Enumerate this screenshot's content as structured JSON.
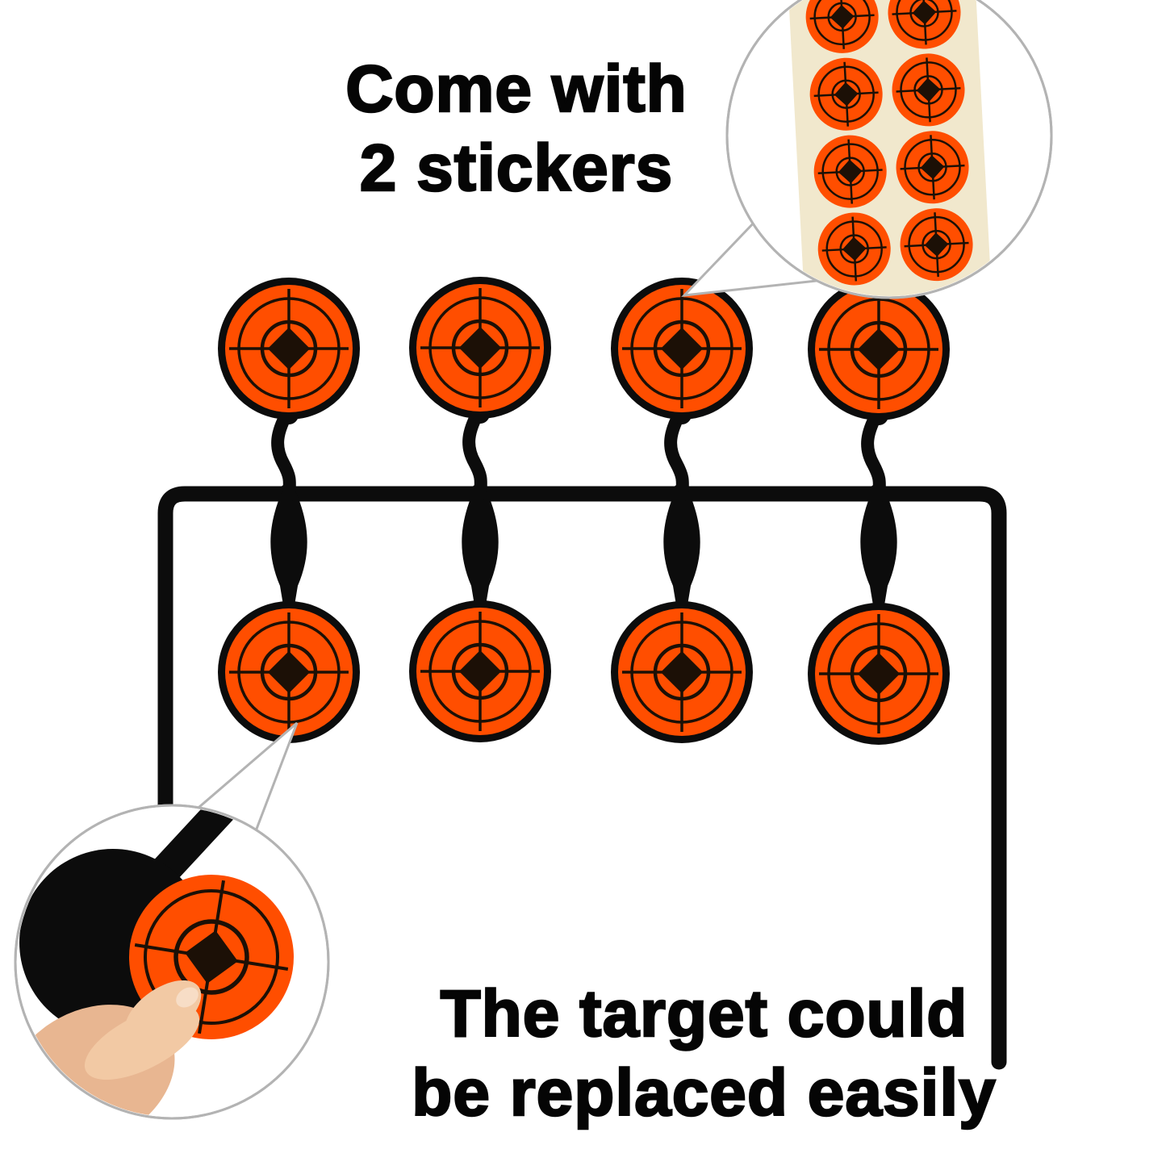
{
  "page": {
    "background": "#ffffff"
  },
  "colors": {
    "page_bg": "#ffffff",
    "frame_black": "#0c0c0c",
    "target_orange": "#ff4e00",
    "marking_black": "#1c1006",
    "sheet_cream": "#f1e8cd",
    "callout_border": "#b3b3b3",
    "text_black": "#050505",
    "hand_skin": "#e8b691",
    "hand_skin_light": "#f2c9a4",
    "hand_nail": "#f7ddc6"
  },
  "annotations": {
    "top_callout": {
      "line1": "Come with",
      "line2": "2 stickers"
    },
    "bottom_callout": {
      "line1": "The target could",
      "line2": "be replaced easily"
    }
  },
  "figure": {
    "top_row_targets": 4,
    "bottom_row_targets": 4,
    "sticker_sheet_columns": 2,
    "sticker_sheet_rows_visible": 4
  }
}
